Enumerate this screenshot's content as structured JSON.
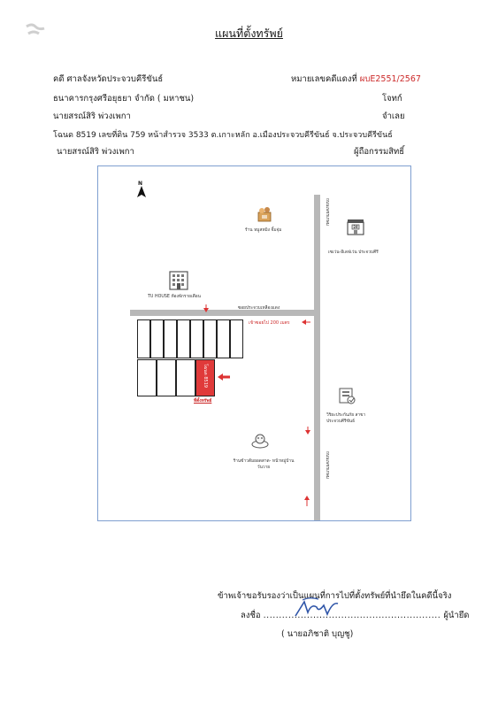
{
  "title": "แผนที่ตั้งทรัพย์",
  "header": {
    "court": "คดี ศาลจังหวัดประจวบคีรีขันธ์",
    "case_label": "หมายเลขคดีแดงที่",
    "case_number": "ผบE2551/2567",
    "plaintiff_name": "ธนาคารกรุงศรีอยุธยา จำกัด ( มหาชน)",
    "plaintiff_role": "โจทก์",
    "defendant_name": "นายสรณ์สิริ พ่วงเพกา",
    "defendant_role": "จำเลย",
    "deed_line": "โฉนด 8519  เลขที่ดิน 759  หน้าสำรวจ 3533 ต.เกาะหลัก   อ.เมืองประจวบคีรีขันธ์  จ.ประจวบคีรีขันธ์",
    "owner_name": "นายสรณ์สิริ พ่วงเพกา",
    "owner_role": "ผู้ถือกรรมสิทธิ์"
  },
  "map": {
    "north": "N",
    "road_main": "ถนนเพชรเกษม",
    "road_main_lower": "ถนนเพชรเกษม",
    "road_side": "ซอยประจวบเหลืองแดง",
    "distance": "เข้าซอยไป 200 เมตร",
    "lot_label": "โฉนด 8519",
    "property_label": "ที่ตั้งทรัพย์",
    "landmarks": {
      "shop": "ร้าน หมูสหมิง จิ้มจุ่ม",
      "seven": "เซเว่น-อีเลฟเว่น ประจวบคีรี",
      "tu_house": "TU HOUSE ห้องพักรายเดือน",
      "insurance": "วิริยะประกันภัย สาขาประจวบคีรีขันธ์",
      "restaurant": "ร้านข้าวต้มยอดสาด- หน้าหมู่บ้านวันวาย"
    }
  },
  "footer": {
    "certify": "ข้าพเจ้าขอรับรองว่าเป็นแผนที่การไปที่ตั้งทรัพย์ที่นำยึดในคดีนี้จริง",
    "sign_prefix": "ลงชื่อ",
    "sign_suffix": "ผู้นำยึด",
    "signer": "( นายอภิชาติ  บุญชู)"
  },
  "colors": {
    "map_border": "#7f9fd0",
    "road": "#b8b8b8",
    "property": "#e03a3a",
    "case_number": "#cc2a2a",
    "signature_ink": "#2f55a8"
  }
}
